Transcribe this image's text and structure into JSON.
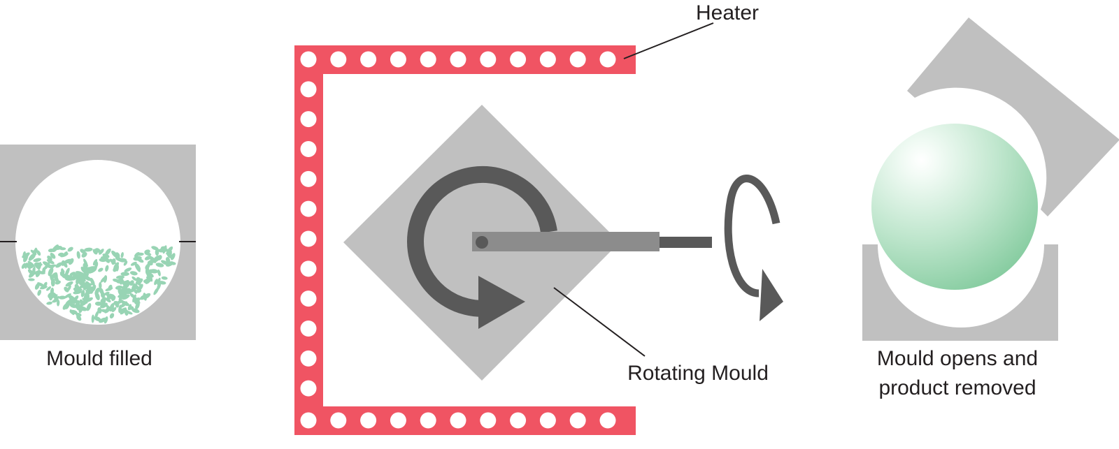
{
  "labels": {
    "heater": "Heater",
    "mould_filled": "Mould filled",
    "rotating_mould": "Rotating Mould",
    "mould_opens_line1": "Mould opens and",
    "mould_opens_line2": "product removed"
  },
  "colors": {
    "heater": "#f05463",
    "mould": "#c0c0c0",
    "mechanism": "#595959",
    "arm": "#8c8c8c",
    "powder": "#98d4b4",
    "product": "#8fd0a8",
    "text": "#231f20"
  }
}
